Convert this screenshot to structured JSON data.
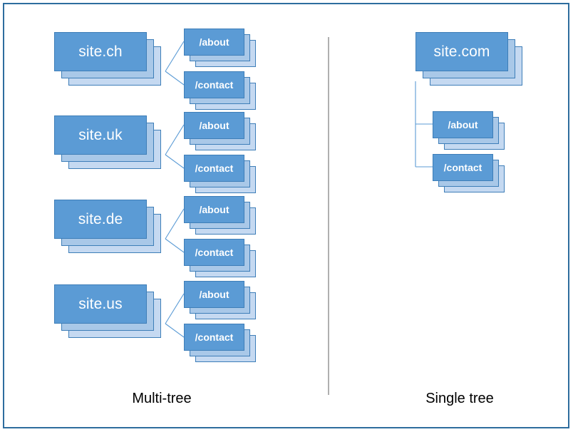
{
  "slide": {
    "border_color": "#2E6D9E",
    "background": "#ffffff",
    "divider_color": "#8d8d8d"
  },
  "palette": {
    "card_front": "#5B9BD5",
    "card_mid": "#A9C8E8",
    "card_back": "#C5D9F1",
    "card_border": "#3E7EB8",
    "connector": "#5B9BD5",
    "text_on_card": "#ffffff",
    "caption_text": "#000000"
  },
  "captions": {
    "left": "Multi-tree",
    "right": "Single tree"
  },
  "multi_tree": {
    "label": "Multi-tree",
    "connector_style": "diagonal",
    "groups": [
      {
        "site": "site.ch",
        "children": [
          "/about",
          "/contact"
        ]
      },
      {
        "site": "site.uk",
        "children": [
          "/about",
          "/contact"
        ]
      },
      {
        "site": "site.de",
        "children": [
          "/about",
          "/contact"
        ]
      },
      {
        "site": "site.us",
        "children": [
          "/about",
          "/contact"
        ]
      }
    ]
  },
  "single_tree": {
    "label": "Single tree",
    "connector_style": "elbow",
    "root": "site.com",
    "children": [
      "/about",
      "/contact"
    ]
  }
}
